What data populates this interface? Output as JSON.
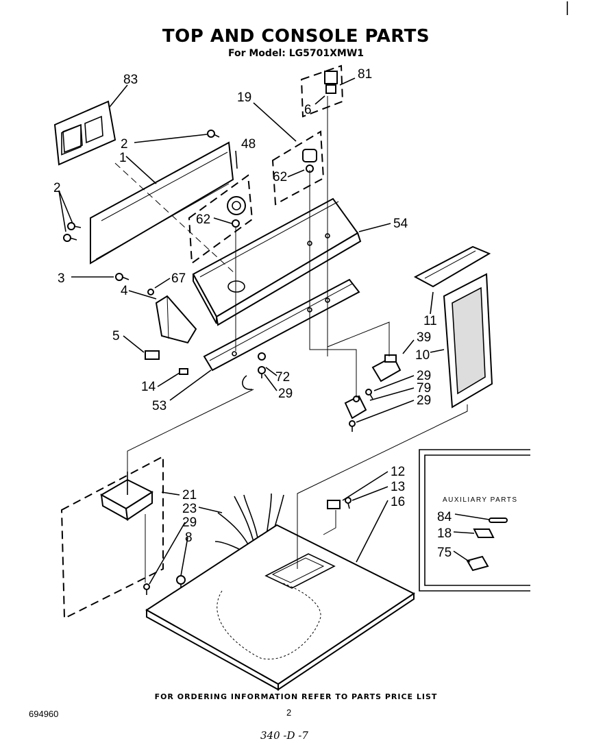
{
  "header": {
    "title": "TOP AND CONSOLE PARTS",
    "subtitle": "For Model: LG5701XMW1"
  },
  "callouts": {
    "c83": "83",
    "c81": "81",
    "c6": "6",
    "c19": "19",
    "c2a": "2",
    "c48": "48",
    "c1": "1",
    "c2b": "2",
    "c62a": "62",
    "c62b": "62",
    "c54": "54",
    "c3": "3",
    "c67": "67",
    "c4": "4",
    "c11": "11",
    "c39": "39",
    "c10": "10",
    "c5": "5",
    "c29a": "29",
    "c79": "79",
    "c29b": "29",
    "c14": "14",
    "c72": "72",
    "c29c": "29",
    "c53": "53",
    "c12": "12",
    "c13": "13",
    "c16": "16",
    "c21": "21",
    "c23": "23",
    "c29d": "29",
    "c8": "8",
    "c84": "84",
    "c18": "18",
    "c75": "75"
  },
  "auxiliary": {
    "title": "AUXILIARY PARTS"
  },
  "footer": {
    "ordering_note": "FOR ORDERING INFORMATION REFER TO PARTS PRICE LIST",
    "doc_number": "694960",
    "page_number": "2",
    "handwritten": "340 -D -7"
  }
}
